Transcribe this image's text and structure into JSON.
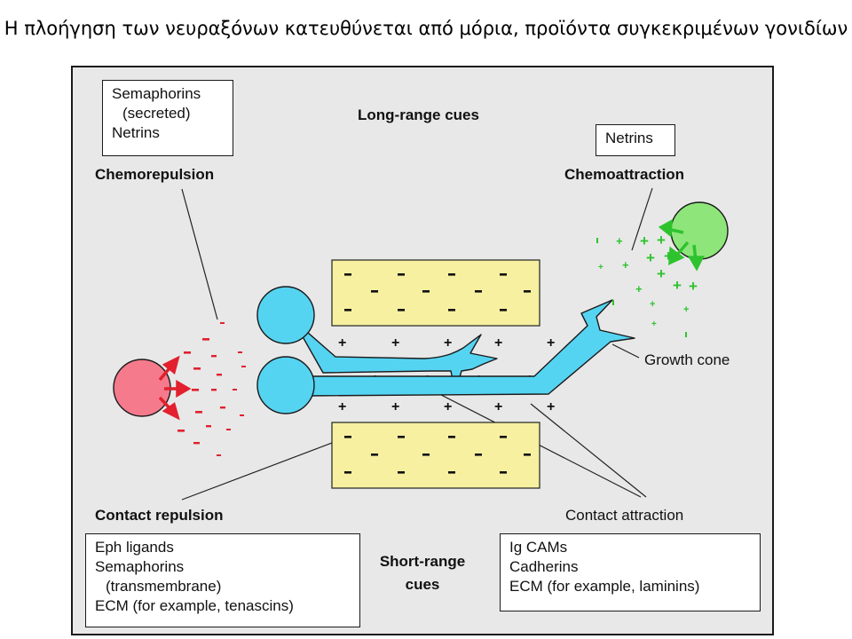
{
  "title": "Η πλοήγηση των νευραξόνων κατευθύνεται από μόρια, προϊόντα συγκεκριμένων γονιδίων",
  "diagram": {
    "long_range": "Long-range cues",
    "short_range": [
      "Short-range",
      "cues"
    ],
    "chemorepulsion": {
      "box": [
        "Semaphorins",
        "(secreted)",
        "Netrins"
      ],
      "label": "Chemorepulsion"
    },
    "chemoattraction": {
      "box": [
        "Netrins"
      ],
      "label": "Chemoattraction"
    },
    "growth_cone": "Growth cone",
    "contact_repulsion": {
      "label": "Contact repulsion",
      "box": [
        "Eph ligands",
        "Semaphorins",
        "(transmembrane)",
        "ECM (for example, tenascins)"
      ]
    },
    "contact_attraction": {
      "label": "Contact attraction",
      "box": [
        "Ig CAMs",
        "Cadherins",
        "ECM (for example, laminins)"
      ]
    },
    "colors": {
      "panel": "#e8e8e8",
      "cell_body": "#55d4f2",
      "substrate": "#f7f0a0",
      "repulsive_cell": "#f57a8c",
      "repulsive_marks": "#e2202e",
      "attractive_cell": "#8ee67a",
      "attractive_marks": "#2ec32e"
    }
  }
}
